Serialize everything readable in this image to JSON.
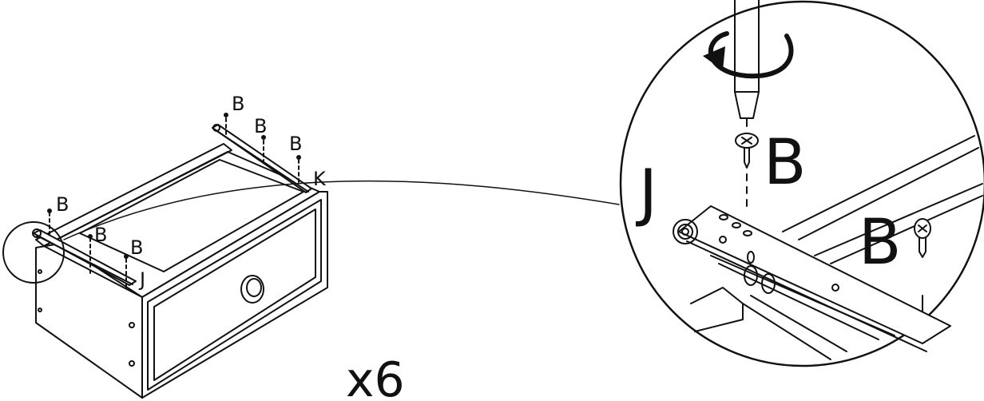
{
  "drawer": {
    "screw_label": "B",
    "rail_left_label": "J",
    "rail_right_label": "K"
  },
  "detail": {
    "screw_label": "B",
    "rail_label": "J"
  },
  "quantity": "x6"
}
